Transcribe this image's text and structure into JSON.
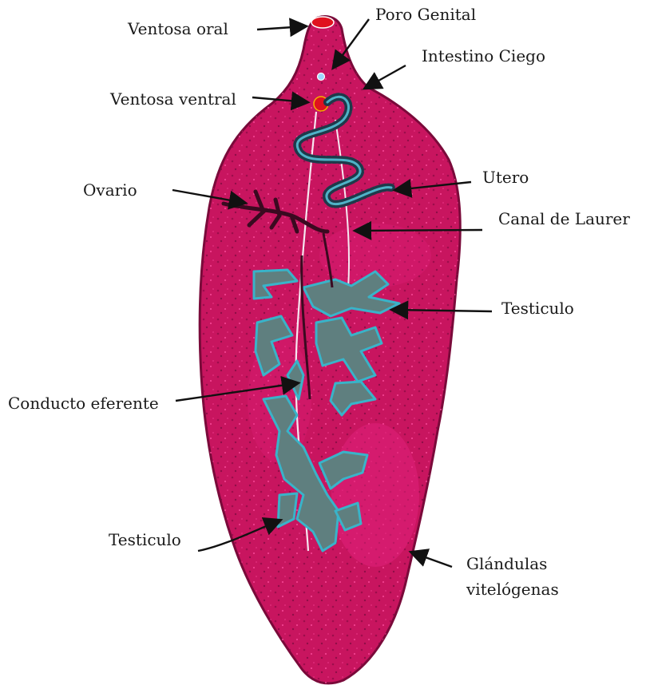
{
  "colors": {
    "body_fill": "#c8155f",
    "body_edge": "#7a0a3a",
    "highlight": "#e0207a",
    "organ_fill": "#5f7f7f",
    "organ_edge": "#39b3c9",
    "sucker": "#e0121f",
    "arrow": "#111111",
    "background": "#ffffff"
  },
  "labels": {
    "ventosa_oral": "Ventosa oral",
    "poro_genital": "Poro Genital",
    "intestino_ciego": "Intestino Ciego",
    "ventosa_ventral": "Ventosa ventral",
    "ovario": "Ovario",
    "utero": "Utero",
    "canal_laurer": "Canal de Laurer",
    "testiculo_right": "Testiculo",
    "conducto_eferente": "Conducto eferente",
    "testiculo_left": "Testiculo",
    "glandulas_line1": "Glándulas",
    "glandulas_line2": "vitelógenas"
  }
}
